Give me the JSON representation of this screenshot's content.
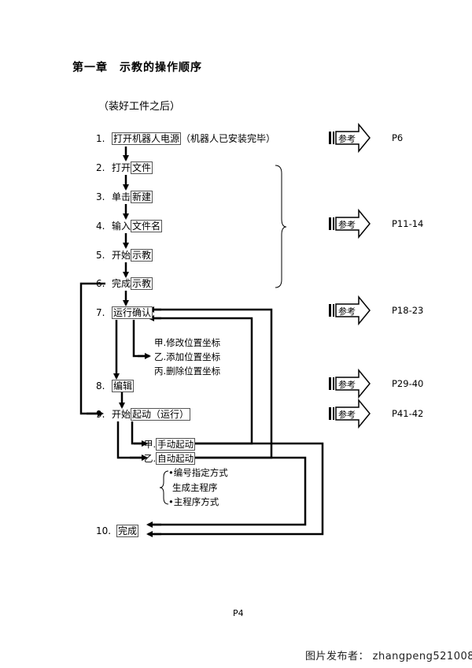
{
  "title": "第一章　示教的操作顺序",
  "subtitle": "（装好工件之后）",
  "steps": [
    {
      "num": "1.",
      "pre": "",
      "box": "打开机器人电源",
      "post": "（机器人已安装完毕）"
    },
    {
      "num": "2.",
      "pre": "打开",
      "box": "文件",
      "post": ""
    },
    {
      "num": "3.",
      "pre": "单击",
      "box": "新建",
      "post": ""
    },
    {
      "num": "4.",
      "pre": "输入",
      "box": "文件名",
      "post": ""
    },
    {
      "num": "5.",
      "pre": "开始",
      "box": "示教",
      "post": ""
    },
    {
      "num": "6.",
      "pre": "完成",
      "box": "示教",
      "post": ""
    },
    {
      "num": "7.",
      "pre": "",
      "box": "运行确认",
      "post": ""
    },
    {
      "num": "8.",
      "pre": "",
      "box": "编辑",
      "post": ""
    },
    {
      "num": "9.",
      "pre": "开始",
      "box": "起动（运行）",
      "post": ""
    },
    {
      "num": "10.",
      "pre": "",
      "box": "完成",
      "post": ""
    }
  ],
  "edit_options": [
    "甲.修改位置坐标",
    "乙.添加位置坐标",
    "丙.删除位置坐标"
  ],
  "start_options": [
    {
      "pre": "甲.",
      "box": "手动起动"
    },
    {
      "pre": "乙.",
      "box": "自动起动"
    }
  ],
  "auto_methods": [
    "编号指定方式",
    "生成主程序",
    "主程序方式"
  ],
  "reference_label": "参考",
  "references": [
    "P6",
    "P11-14",
    "P18-23",
    "P29-40",
    "P41-42"
  ],
  "page_number": "P4",
  "watermark": "图片发布者： zhangpeng521008"
}
